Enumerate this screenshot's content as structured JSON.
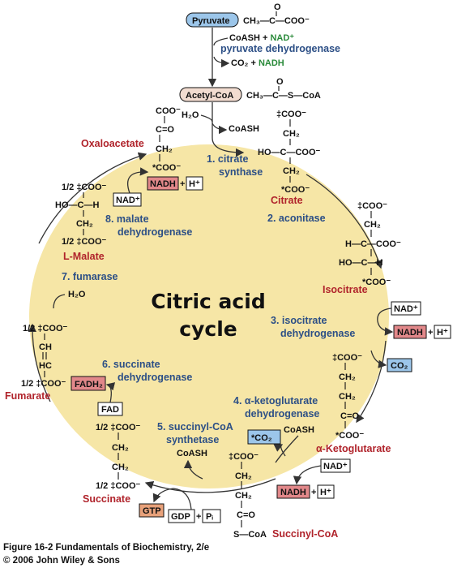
{
  "title": [
    "Citric acid",
    "cycle"
  ],
  "colors": {
    "cycle_fill": "#f6e6a6",
    "blue_box": "#9cc6ea",
    "pink_box": "#e2888a",
    "white_box": "#ffffff",
    "enzyme": "#2c4f86",
    "metabolite": "#b0232b",
    "green": "#2a8a3a"
  },
  "top": {
    "pyruvate": "Pyruvate",
    "pyruvate_formula": "CH₃—C—COO⁻",
    "pyruvate_o": "O",
    "coash_nad": "CoASH + ",
    "nad_plus": "NAD⁺",
    "enzyme": "pyruvate dehydrogenase",
    "co2_nadh": "CO₂ + ",
    "nadh": "NADH",
    "acetyl_coa": "Acetyl-CoA",
    "acetyl_formula": "CH₃—C—S—CoA",
    "acetyl_o": "O",
    "h2o": "H₂O",
    "coash": "CoASH"
  },
  "steps": [
    {
      "num": "1.",
      "lines": [
        "citrate",
        "synthase"
      ]
    },
    {
      "num": "2.",
      "lines": [
        "aconitase"
      ]
    },
    {
      "num": "3.",
      "lines": [
        "isocitrate",
        "dehydrogenase"
      ]
    },
    {
      "num": "4.",
      "lines": [
        "α-ketoglutarate",
        "dehydrogenase"
      ]
    },
    {
      "num": "5.",
      "lines": [
        "succinyl-CoA",
        "synthetase"
      ]
    },
    {
      "num": "6.",
      "lines": [
        "succinate",
        "dehydrogenase"
      ]
    },
    {
      "num": "7.",
      "lines": [
        "fumarase"
      ]
    },
    {
      "num": "8.",
      "lines": [
        "malate",
        "dehydrogenase"
      ]
    }
  ],
  "metabolites": {
    "oxaloacetate": "Oxaloacetate",
    "citrate": "Citrate",
    "isocitrate": "Isocitrate",
    "akg": "α-Ketoglutarate",
    "succinyl_coa": "Succinyl-CoA",
    "succinate": "Succinate",
    "fumarate": "Fumarate",
    "malate": "L-Malate"
  },
  "cofactors": {
    "nad_plus": "NAD⁺",
    "nadh": "NADH",
    "h_plus": "H⁺",
    "plus": "+",
    "co2": "CO₂",
    "star_co2": "*CO₂",
    "coash": "CoASH",
    "fad": "FAD",
    "fadh2": "FADH₂",
    "gtp": "GTP",
    "gdp": "GDP",
    "pi": "Pᵢ",
    "h2o": "H₂O"
  },
  "structures": {
    "oxaloacetate": [
      "COO⁻",
      "C=O",
      "CH₂",
      "*COO⁻"
    ],
    "citrate": [
      "‡COO⁻",
      "CH₂",
      "HO—C—COO⁻",
      "CH₂",
      "*COO⁻"
    ],
    "isocitrate": [
      "‡COO⁻",
      "CH₂",
      "H—C—COO⁻",
      "HO—C—H",
      "*COO⁻"
    ],
    "akg": [
      "‡COO⁻",
      "CH₂",
      "CH₂",
      "C=O",
      "*COO⁻"
    ],
    "succinyl_coa": [
      "‡COO⁻",
      "CH₂",
      "CH₂",
      "C=O",
      "S—CoA"
    ],
    "succinate": [
      "1/2 ‡COO⁻",
      "CH₂",
      "CH₂",
      "1/2 ‡COO⁻"
    ],
    "fumarate": [
      "1/2 ‡COO⁻",
      "CH",
      "HC",
      "1/2 ‡COO⁻"
    ],
    "malate": [
      "1/2 ‡COO⁻",
      "HO—C—H",
      "CH₂",
      "1/2 ‡COO⁻"
    ]
  },
  "caption": [
    "Figure 16-2  Fundamentals of Biochemistry, 2/e",
    "© 2006 John Wiley & Sons"
  ]
}
